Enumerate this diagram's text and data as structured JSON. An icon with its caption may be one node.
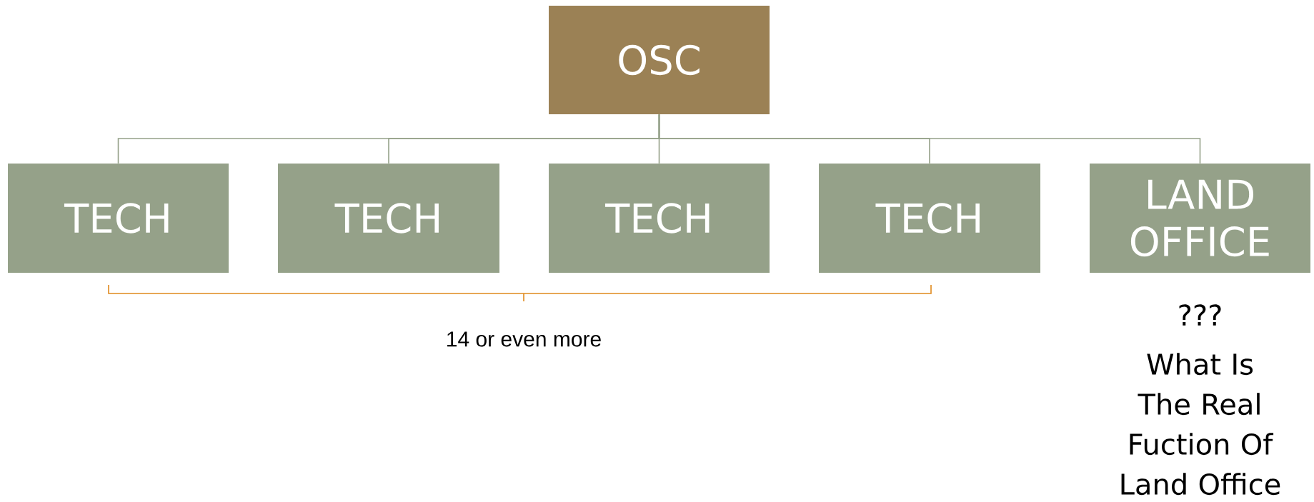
{
  "diagram": {
    "nodes": [
      {
        "text": [
          "OSC"
        ]
      },
      {
        "text": [
          "TECH"
        ]
      },
      {
        "text": [
          "TECH"
        ]
      },
      {
        "text": [
          "TECH"
        ]
      },
      {
        "text": [
          "TECH"
        ]
      },
      {
        "text": [
          "LAND OFFICE"
        ],
        "beside": [
          "???",
          "What Is The Real Fuction Of Land Office"
        ]
      }
    ],
    "edges": [
      {
        "from": 0,
        "to": 1,
        "arrow": "none"
      },
      {
        "from": 0,
        "to": 2,
        "arrow": "none"
      },
      {
        "from": 0,
        "to": 3,
        "arrow": "none"
      },
      {
        "from": 0,
        "to": 4,
        "arrow": "none"
      },
      {
        "from": 0,
        "to": 5,
        "arrow": "none"
      }
    ],
    "labels": [
      "14 or even more"
    ]
  }
}
